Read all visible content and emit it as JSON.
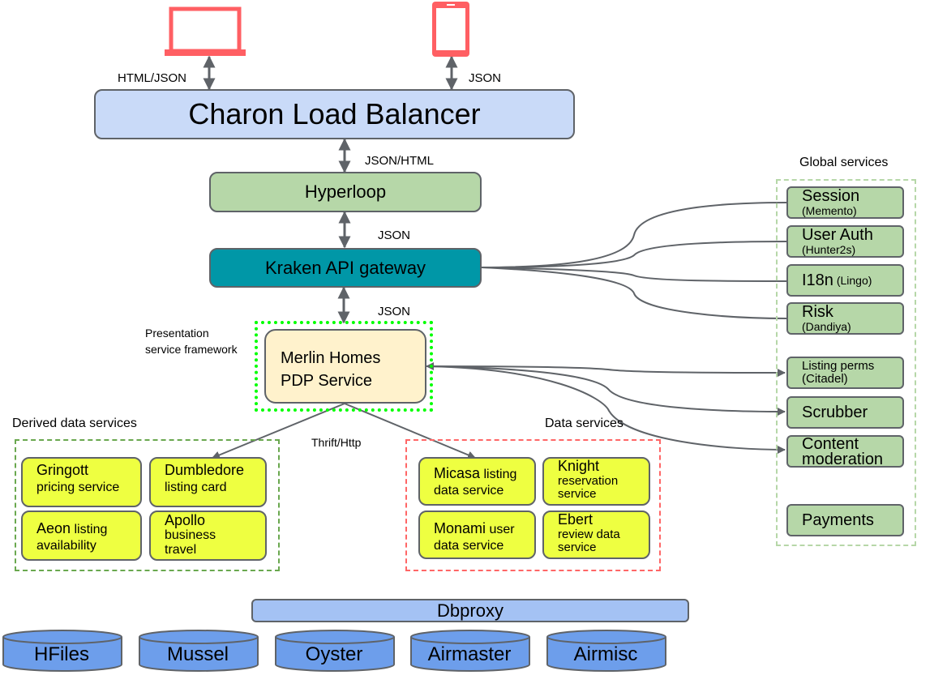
{
  "clients": {
    "laptop": {
      "icon": "laptop-icon",
      "protocol": "HTML/JSON"
    },
    "phone": {
      "icon": "phone-icon",
      "protocol": "JSON"
    }
  },
  "load_balancer": {
    "label": "Charon Load Balancer",
    "protocol_below": "JSON/HTML"
  },
  "hyperloop": {
    "label": "Hyperloop",
    "protocol_below": "JSON"
  },
  "kraken": {
    "label": "Kraken API gateway",
    "protocol_below": "JSON"
  },
  "presentation": {
    "framework_label_line1": "Presentation",
    "framework_label_line2": "service framework",
    "service_line1": "Merlin Homes",
    "service_line2": "PDP Service",
    "protocol_below": "Thrift/Http"
  },
  "derived_data_services": {
    "title": "Derived data services",
    "items": [
      {
        "main": "Gringott",
        "sub": "pricing service"
      },
      {
        "main": "Dumbledore",
        "sub": "listing card"
      },
      {
        "main": "Aeon",
        "sub": " listing availability"
      },
      {
        "main": "Apollo",
        "sub": "business travel"
      }
    ]
  },
  "data_services": {
    "title": "Data services",
    "items": [
      {
        "main": "Micasa",
        "sub": " listing data service"
      },
      {
        "main": "Knight",
        "sub": "reservation service"
      },
      {
        "main": "Monami",
        "sub": " user data service"
      },
      {
        "main": "Ebert",
        "sub": "review data service"
      }
    ]
  },
  "global_services": {
    "title": "Global services",
    "items": [
      {
        "main": "Session",
        "sub": "(Memento)"
      },
      {
        "main": "User Auth",
        "sub": "(Hunter2s)"
      },
      {
        "main": "I18n",
        "sub": " (Lingo)"
      },
      {
        "main": "Risk",
        "sub": "(Dandiya)"
      },
      {
        "main": "Listing perms",
        "sub": "(Citadel)"
      },
      {
        "main": "Scrubber",
        "sub": ""
      },
      {
        "main": "Content moderation",
        "sub": ""
      },
      {
        "main": "Payments",
        "sub": ""
      }
    ]
  },
  "storage": {
    "proxy": "Dbproxy",
    "databases": [
      "HFiles",
      "Mussel",
      "Oyster",
      "Airmaster",
      "Airmisc"
    ]
  },
  "colors": {
    "device": "#ff5f63",
    "load_balancer": "#c9daf8",
    "hyperloop": "#b6d7a8",
    "kraken": "#0097a7",
    "merlin": "#fff2cc",
    "framework_border": "#00ff00",
    "derived_border": "#6aa84f",
    "data_border": "#ff6666",
    "global_border": "#b6d7a8",
    "service_yellow": "#eeff41",
    "dbproxy": "#a4c2f4",
    "database": "#6d9eeb",
    "connector": "#5f6368"
  }
}
